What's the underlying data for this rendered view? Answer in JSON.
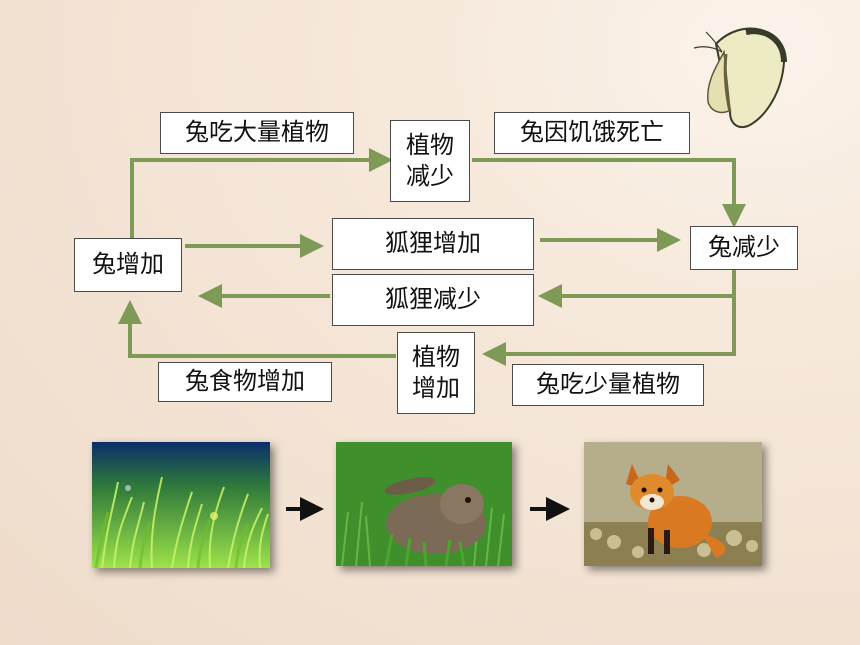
{
  "diagram": {
    "nodes": {
      "rabbit_increase": "兔增加",
      "plant_decrease": [
        "植物",
        "减少"
      ],
      "rabbit_decrease": "兔减少",
      "fox_increase": "狐狸增加",
      "fox_decrease": "狐狸减少",
      "plant_increase": [
        "植物",
        "增加"
      ]
    },
    "labels": {
      "rabbits_eat_many_plants": "兔吃大量植物",
      "rabbits_starve": "兔因饥饿死亡",
      "rabbits_eat_few_plants": "兔吃少量植物",
      "rabbit_food_increase": "兔食物增加"
    },
    "arrow_color": "#7f9a57"
  },
  "food_chain": {
    "images": [
      "grass-photo",
      "rabbit-photo",
      "fox-photo"
    ],
    "arrow_color": "#111111"
  }
}
